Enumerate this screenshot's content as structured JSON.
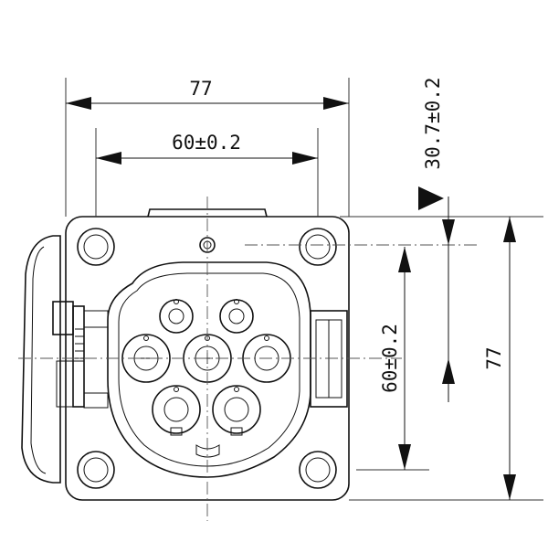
{
  "dimensions": {
    "overall_width": "77",
    "hole_spacing_horizontal": "60±0.2",
    "overall_height": "77",
    "hole_spacing_vertical": "60±0.2",
    "hole_offset_vertical": "30.7±0.2"
  }
}
